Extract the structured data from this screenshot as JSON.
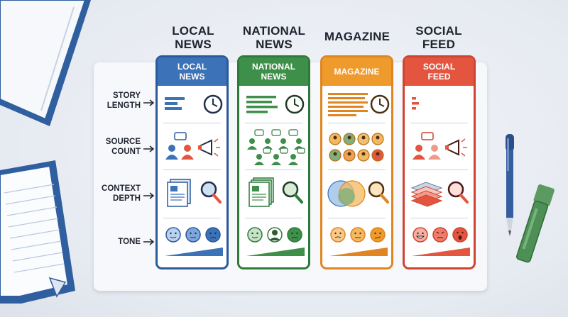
{
  "columns": [
    {
      "id": "local",
      "header": [
        "LOCAL",
        "NEWS"
      ],
      "title": [
        "LOCAL",
        "NEWS"
      ],
      "color": "#3b72b8",
      "border": "#2a5a9a"
    },
    {
      "id": "national",
      "header": [
        "NATIONAL",
        "NEWS"
      ],
      "title": [
        "NATIONAL",
        "NEWS"
      ],
      "color": "#3e8f4a",
      "border": "#2e7a3a"
    },
    {
      "id": "magazine",
      "header": [
        "MAGAZINE"
      ],
      "title": [
        "MAGAZINE"
      ],
      "color": "#ef9a2c",
      "border": "#e08520"
    },
    {
      "id": "social",
      "header": [
        "SOCIAL",
        "FEED"
      ],
      "title": [
        "SOCIAL",
        "FEED"
      ],
      "color": "#e4553f",
      "border": "#cf4331"
    }
  ],
  "rows": [
    {
      "id": "story-length",
      "label": [
        "STORY",
        "LENGTH"
      ]
    },
    {
      "id": "source-count",
      "label": [
        "SOURCE",
        "COUNT"
      ]
    },
    {
      "id": "context-depth",
      "label": [
        "CONTEXT",
        "DEPTH"
      ]
    },
    {
      "id": "tone",
      "label": [
        "TONE"
      ]
    }
  ],
  "icons": {
    "length": "length-bars-icon",
    "clock": "clock-icon",
    "people": "people-icon",
    "megaphone": "megaphone-icon",
    "documents": "documents-icon",
    "magnifier": "magnifier-icon",
    "faces": "tone-faces-icon",
    "gradient": "tone-gradient-icon"
  }
}
